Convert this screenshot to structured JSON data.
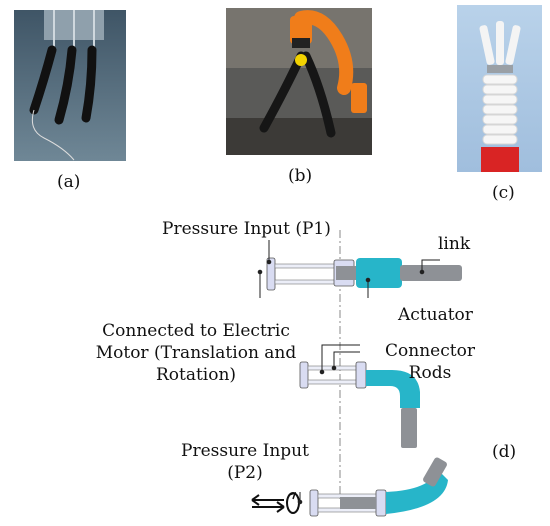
{
  "panels": {
    "a": {
      "caption": "(a)"
    },
    "b": {
      "caption": "(b)"
    },
    "c": {
      "caption": "(c)"
    },
    "d": {
      "caption": "(d)"
    }
  },
  "labels": {
    "pressure_p1": "Pressure Input (P1)",
    "link": "link",
    "actuator": "Actuator",
    "electric_motor": "Connected to Electric Motor (Translation and Rotation)",
    "connector_rods": "Connector Rods",
    "pressure_p2": "Pressure Input (P2)"
  },
  "colors": {
    "actuator_teal": "#27b5c9",
    "rod_gray": "#8e9196",
    "frame_lavender": "#d9dcf2",
    "photo_b_orange": "#f07d1a",
    "photo_c_red": "#d92424"
  }
}
